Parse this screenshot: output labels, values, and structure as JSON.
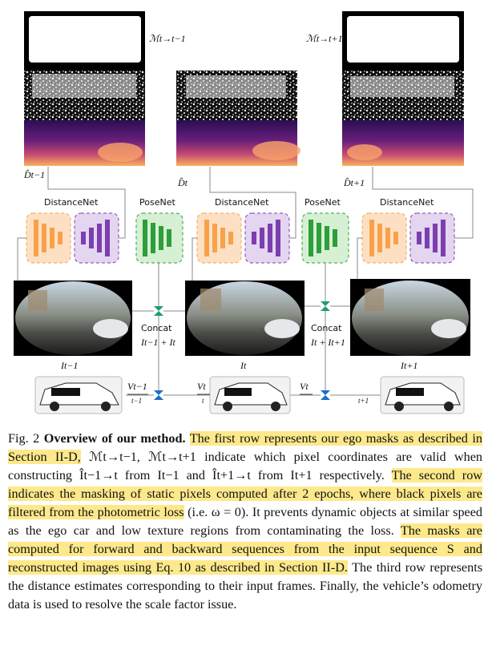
{
  "figure": {
    "mask_labels": [
      "ℳt→t−1",
      "ℳt→t+1"
    ],
    "depth_labels": [
      "D̂t−1",
      "D̂t",
      "D̂t+1"
    ],
    "net_labels": [
      "DistanceNet",
      "PoseNet",
      "DistanceNet",
      "PoseNet",
      "DistanceNet"
    ],
    "frame_labels": [
      "It−1",
      "It",
      "It+1"
    ],
    "concat_label": "Concat",
    "concat_terms": [
      "It−1 + It",
      "It + It+1"
    ],
    "velocity_labels": [
      "Vt−1",
      "t−1",
      "Vt",
      "t",
      "Vt",
      "t+1"
    ],
    "colors": {
      "distance_encoder": "#f7a24a",
      "distance_decoder": "#7b3fb0",
      "posenet": "#2e9e3a",
      "encoder_bg": "#fde0c4",
      "decoder_bg": "#e4d6f0",
      "posenet_bg": "#d6f0d4",
      "valve": "#1a6fc4",
      "valve_green": "#1f9d6e",
      "highlight": "#fde98b"
    },
    "icons": [
      "car-icon",
      "valve-icon"
    ]
  },
  "caption": {
    "fig_label": "Fig. 2",
    "title": "Overview of our method.",
    "s1_hl": "The first row represents our ego masks as described in Section II-D,",
    "s1_math": " ℳt→t−1, ℳt→t+1",
    "s1_rest": " indicate which pixel coordinates are valid when constructing Ît−1→t from It−1 and Ît+1→t from It+1 respectively.",
    "s2_hl": "The second row indicates the masking of static pixels computed after 2 epochs, where black pixels are filtered from the photometric loss",
    "s2_rest": " (i.e. ω = 0). It prevents dynamic objects at similar speed as the ego car and low texture regions from contaminating the loss.",
    "s3_hl": "The masks are computed for forward and backward sequences from the input sequence S and reconstructed images using Eq. 10 as described in Section II-D.",
    "s4": " The third row represents the distance estimates corresponding to their input frames. Finally, the vehicle’s odometry data is used to resolve the scale factor issue."
  }
}
